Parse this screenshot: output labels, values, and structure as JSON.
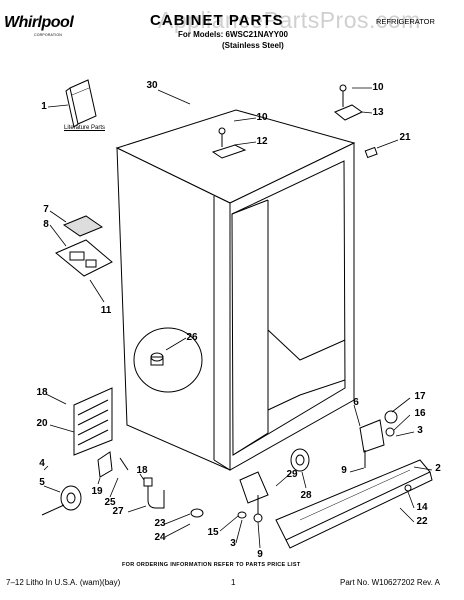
{
  "header": {
    "brand": "Whirlpool",
    "brand_sub": "CORPORATION",
    "watermark": "AppliancePartsPros.com",
    "title": "CABINET PARTS",
    "models": "For Models: 6WSC21NAYY00",
    "finish": "(Stainless Steel)",
    "category": "REFRIGERATOR"
  },
  "literature_label": "Literature Parts",
  "callouts": [
    {
      "id": "1",
      "label": "1"
    },
    {
      "id": "30",
      "label": "30"
    },
    {
      "id": "10a",
      "label": "10"
    },
    {
      "id": "12",
      "label": "12"
    },
    {
      "id": "10b",
      "label": "10"
    },
    {
      "id": "13",
      "label": "13"
    },
    {
      "id": "21",
      "label": "21"
    },
    {
      "id": "7",
      "label": "7"
    },
    {
      "id": "8",
      "label": "8"
    },
    {
      "id": "11",
      "label": "11"
    },
    {
      "id": "26",
      "label": "26"
    },
    {
      "id": "18a",
      "label": "18"
    },
    {
      "id": "20",
      "label": "20"
    },
    {
      "id": "4",
      "label": "4"
    },
    {
      "id": "5",
      "label": "5"
    },
    {
      "id": "19",
      "label": "19"
    },
    {
      "id": "25",
      "label": "25"
    },
    {
      "id": "18b",
      "label": "18"
    },
    {
      "id": "27",
      "label": "27"
    },
    {
      "id": "23",
      "label": "23"
    },
    {
      "id": "24",
      "label": "24"
    },
    {
      "id": "15",
      "label": "15"
    },
    {
      "id": "3a",
      "label": "3"
    },
    {
      "id": "9a",
      "label": "9"
    },
    {
      "id": "29",
      "label": "29"
    },
    {
      "id": "28",
      "label": "28"
    },
    {
      "id": "9b",
      "label": "9"
    },
    {
      "id": "6",
      "label": "6"
    },
    {
      "id": "17",
      "label": "17"
    },
    {
      "id": "16",
      "label": "16"
    },
    {
      "id": "3b",
      "label": "3"
    },
    {
      "id": "2",
      "label": "2"
    },
    {
      "id": "14",
      "label": "14"
    },
    {
      "id": "22",
      "label": "22"
    }
  ],
  "footer": {
    "note": "FOR ORDERING INFORMATION REFER TO PARTS PRICE LIST",
    "litho": "7–12 Litho In U.S.A. (wam)(bay)",
    "page": "1",
    "part_no": "Part No. W10627202 Rev. A"
  }
}
